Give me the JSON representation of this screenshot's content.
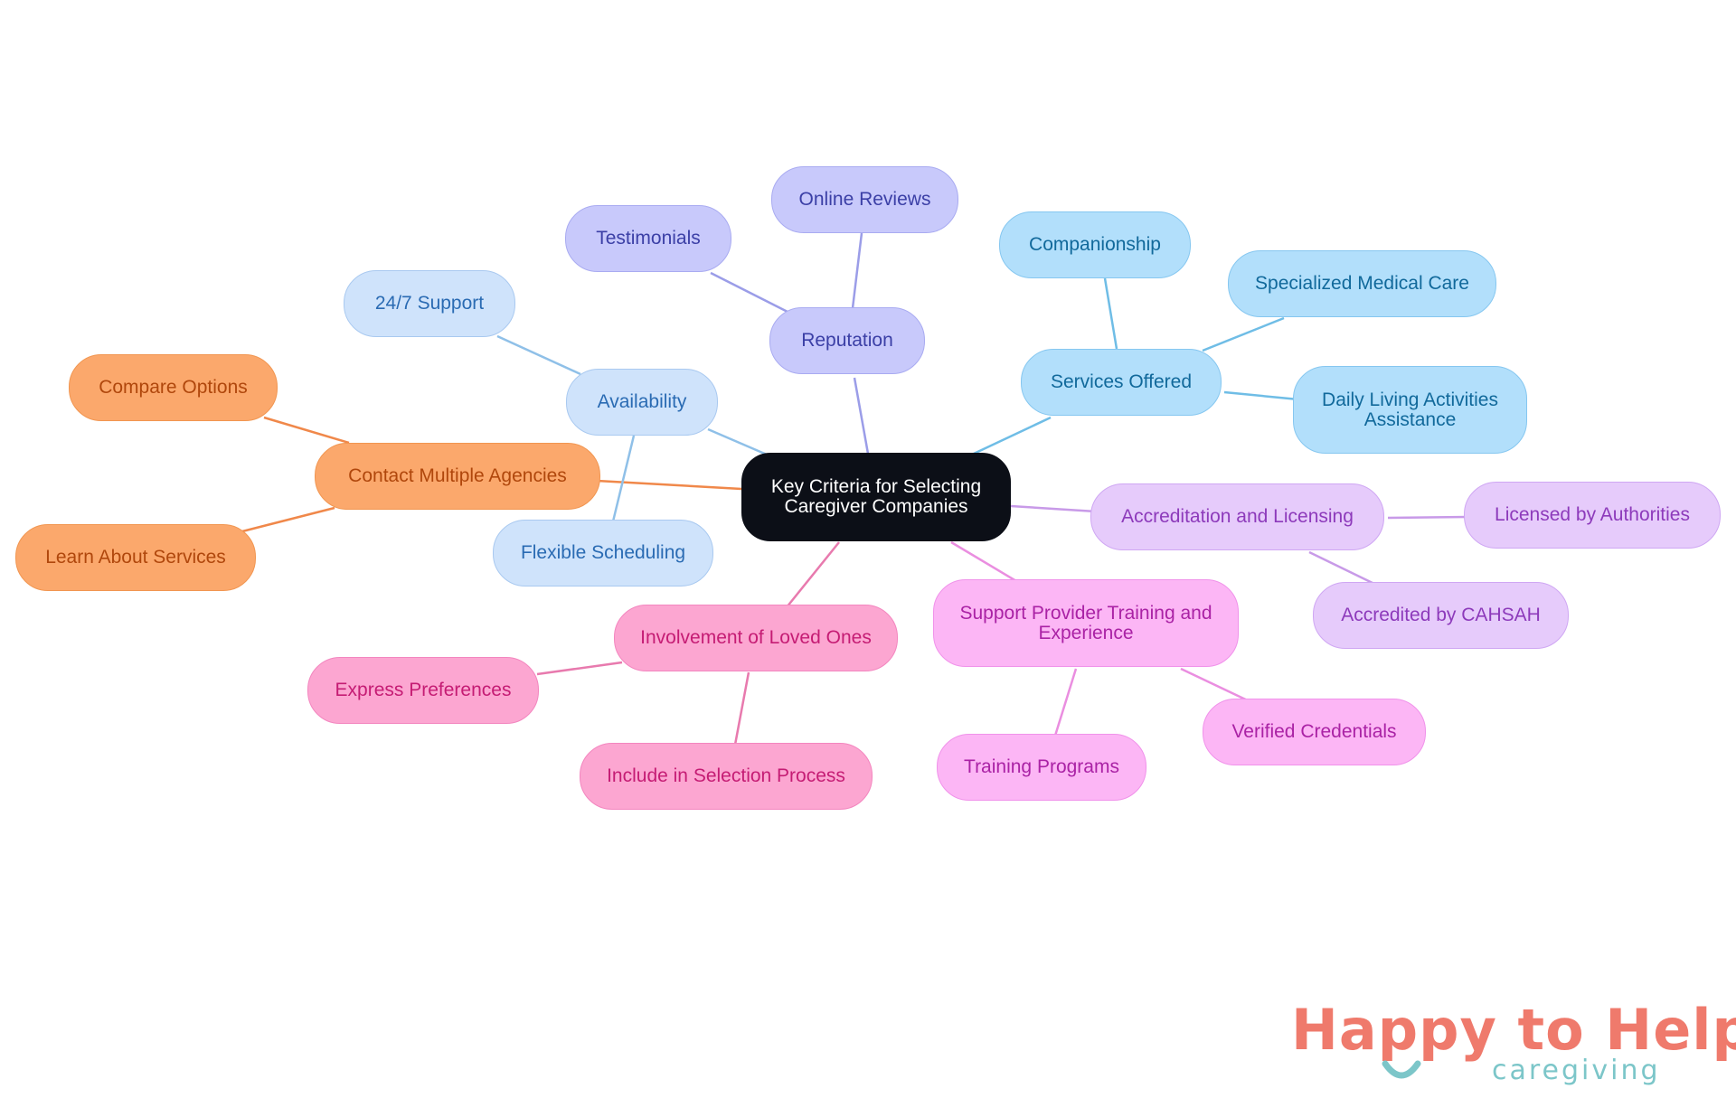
{
  "root": {
    "label": "Key Criteria for Selecting Caregiver Companies"
  },
  "branches": [
    {
      "id": "contact",
      "label": "Contact Multiple Agencies",
      "color": "orange",
      "children": [
        {
          "label": "Compare Options"
        },
        {
          "label": "Learn About Services"
        }
      ]
    },
    {
      "id": "availability",
      "label": "Availability",
      "color": "blue-light",
      "children": [
        {
          "label": "24/7 Support"
        },
        {
          "label": "Flexible Scheduling"
        }
      ]
    },
    {
      "id": "reputation",
      "label": "Reputation",
      "color": "indigo",
      "children": [
        {
          "label": "Testimonials"
        },
        {
          "label": "Online Reviews"
        }
      ]
    },
    {
      "id": "services",
      "label": "Services Offered",
      "color": "cyan",
      "children": [
        {
          "label": "Companionship"
        },
        {
          "label": "Specialized Medical Care"
        },
        {
          "label": "Daily Living Activities Assistance"
        }
      ]
    },
    {
      "id": "accreditation",
      "label": "Accreditation and Licensing",
      "color": "lilac",
      "children": [
        {
          "label": "Licensed by Authorities"
        },
        {
          "label": "Accredited by CAHSAH"
        }
      ]
    },
    {
      "id": "training",
      "label": "Support Provider Training and Experience",
      "color": "magenta",
      "children": [
        {
          "label": "Training Programs"
        },
        {
          "label": "Verified Credentials"
        }
      ]
    },
    {
      "id": "involvement",
      "label": "Involvement of Loved Ones",
      "color": "pink",
      "children": [
        {
          "label": "Express Preferences"
        },
        {
          "label": "Include in Selection Process"
        }
      ]
    }
  ],
  "colors": {
    "orange": "#f0884a",
    "blue-light": "#8fc0e8",
    "indigo": "#9b9de8",
    "cyan": "#6fbde6",
    "lilac": "#c89ae8",
    "magenta": "#ea8ee0",
    "pink": "#e87aae"
  },
  "logo": {
    "title": "Happy to Help",
    "subtitle": "caregiving"
  }
}
